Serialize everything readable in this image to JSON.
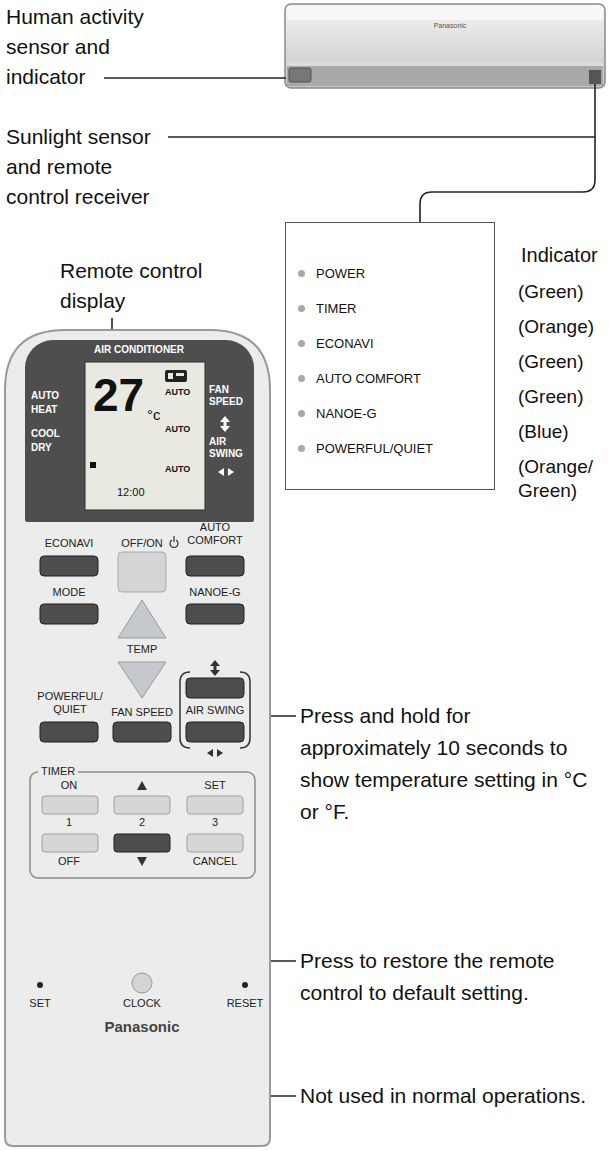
{
  "diagram": {
    "nodes": [
      {
        "text": [
          "Indicator",
          "POWER",
          "TIMER",
          "ECONAVI",
          "AUTO COMFORT",
          "NANOE-G",
          "POWERFUL/QUIET"
        ]
      },
      {
        "text": [
          "AIR CONDITIONER",
          "AUTO",
          "HEAT",
          "COOL",
          "DRY",
          "27",
          "°c",
          "AUTO",
          "FAN SPEED",
          "AUTO",
          "AUTO",
          "AIR SWING",
          "12:00"
        ]
      }
    ],
    "labels": [
      "Human activity sensor and indicator",
      "Sunlight sensor and remote control receiver",
      "(Green)",
      "(Orange)",
      "(Green)",
      "(Green)",
      "(Blue)",
      "(Orange/ Green)",
      "Remote control display",
      "ECONAVI",
      "OFF/ON",
      "AUTO COMFORT",
      "MODE",
      "NANOE-G",
      "TEMP",
      "POWERFUL/ QUIET",
      "FAN SPEED",
      "AIR SWING",
      "TIMER",
      "ON",
      "SET",
      "1",
      "2",
      "3",
      "OFF",
      "CANCEL",
      "SET",
      "CLOCK",
      "RESET",
      "Panasonic",
      "Panasonic",
      "Press and hold for approximately 10 seconds to show temperature setting in °C or °F.",
      "Press to restore the remote control to default setting.",
      "Not used in normal operations."
    ]
  }
}
